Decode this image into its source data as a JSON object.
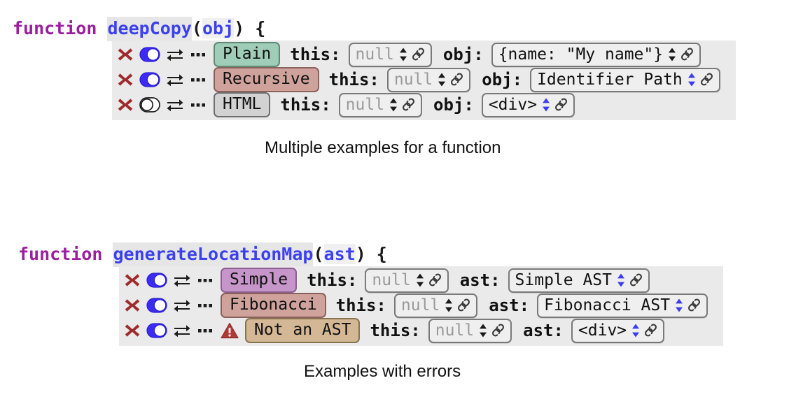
{
  "blocks": [
    {
      "keyword": "function",
      "name": "deepCopy",
      "open_paren": "(",
      "param": "obj",
      "close_paren": ") {",
      "caption": "Multiple examples for a function",
      "rows": [
        {
          "delete_icon": "close-x-icon",
          "toggle": "on",
          "swap_icon": "swap-arrows-icon",
          "more_icon": "more-dots-icon",
          "warning": false,
          "label": "Plain",
          "label_color": "green",
          "args": [
            {
              "name": "this:",
              "value": "null",
              "placeholder": true,
              "spinner_color": "#1a1a1a"
            },
            {
              "name": "obj:",
              "value": "{name: \"My name\"}",
              "placeholder": false,
              "spinner_color": "#1a1a1a"
            }
          ]
        },
        {
          "delete_icon": "close-x-icon",
          "toggle": "on",
          "swap_icon": "swap-arrows-icon",
          "more_icon": "more-dots-icon",
          "warning": false,
          "label": "Recursive",
          "label_color": "salmon",
          "args": [
            {
              "name": "this:",
              "value": "null",
              "placeholder": true,
              "spinner_color": "#1a1a1a"
            },
            {
              "name": "obj:",
              "value": "Identifier Path",
              "placeholder": false,
              "spinner_color": "#3b3bf0"
            }
          ]
        },
        {
          "delete_icon": "close-x-icon",
          "toggle": "off",
          "swap_icon": "swap-arrows-icon",
          "more_icon": "more-dots-icon",
          "warning": false,
          "label": "HTML",
          "label_color": "gray",
          "args": [
            {
              "name": "this:",
              "value": "null",
              "placeholder": true,
              "spinner_color": "#1a1a1a"
            },
            {
              "name": "obj:",
              "value": "<div>",
              "placeholder": false,
              "spinner_color": "#3b3bf0"
            }
          ]
        }
      ]
    },
    {
      "keyword": "function",
      "name": "generateLocationMap",
      "open_paren": "(",
      "param": "ast",
      "close_paren": ") {",
      "caption": "Examples with errors",
      "rows": [
        {
          "delete_icon": "close-x-icon",
          "toggle": "on",
          "swap_icon": "swap-arrows-icon",
          "more_icon": "more-dots-icon",
          "warning": false,
          "label": "Simple",
          "label_color": "purple",
          "args": [
            {
              "name": "this:",
              "value": "null",
              "placeholder": true,
              "spinner_color": "#1a1a1a"
            },
            {
              "name": "ast:",
              "value": "Simple AST",
              "placeholder": false,
              "spinner_color": "#3b3bf0"
            }
          ]
        },
        {
          "delete_icon": "close-x-icon",
          "toggle": "on",
          "swap_icon": "swap-arrows-icon",
          "more_icon": "more-dots-icon",
          "warning": false,
          "label": "Fibonacci",
          "label_color": "salmon",
          "args": [
            {
              "name": "this:",
              "value": "null",
              "placeholder": true,
              "spinner_color": "#1a1a1a"
            },
            {
              "name": "ast:",
              "value": "Fibonacci AST",
              "placeholder": false,
              "spinner_color": "#3b3bf0"
            }
          ]
        },
        {
          "delete_icon": "close-x-icon",
          "toggle": "on",
          "swap_icon": "swap-arrows-icon",
          "more_icon": "more-dots-icon",
          "warning": true,
          "warning_icon": "warning-triangle-icon",
          "label": "Not an AST",
          "label_color": "tan",
          "args": [
            {
              "name": "this:",
              "value": "null",
              "placeholder": true,
              "spinner_color": "#1a1a1a"
            },
            {
              "name": "ast:",
              "value": "<div>",
              "placeholder": false,
              "spinner_color": "#3b3bf0"
            }
          ]
        }
      ]
    }
  ],
  "colors": {
    "keyword": "#9b1fa0",
    "function_name": "#3b40f0",
    "param": "#3b40f0",
    "delete_x": "#9d2b2b",
    "toggle_on": "#3b2bf5",
    "warning": "#b03a37",
    "panel_bg": "#eaeaea",
    "field_bg": "#efefef",
    "placeholder_text": "#9a9a9a",
    "spinner_active": "#3b3bf0"
  }
}
